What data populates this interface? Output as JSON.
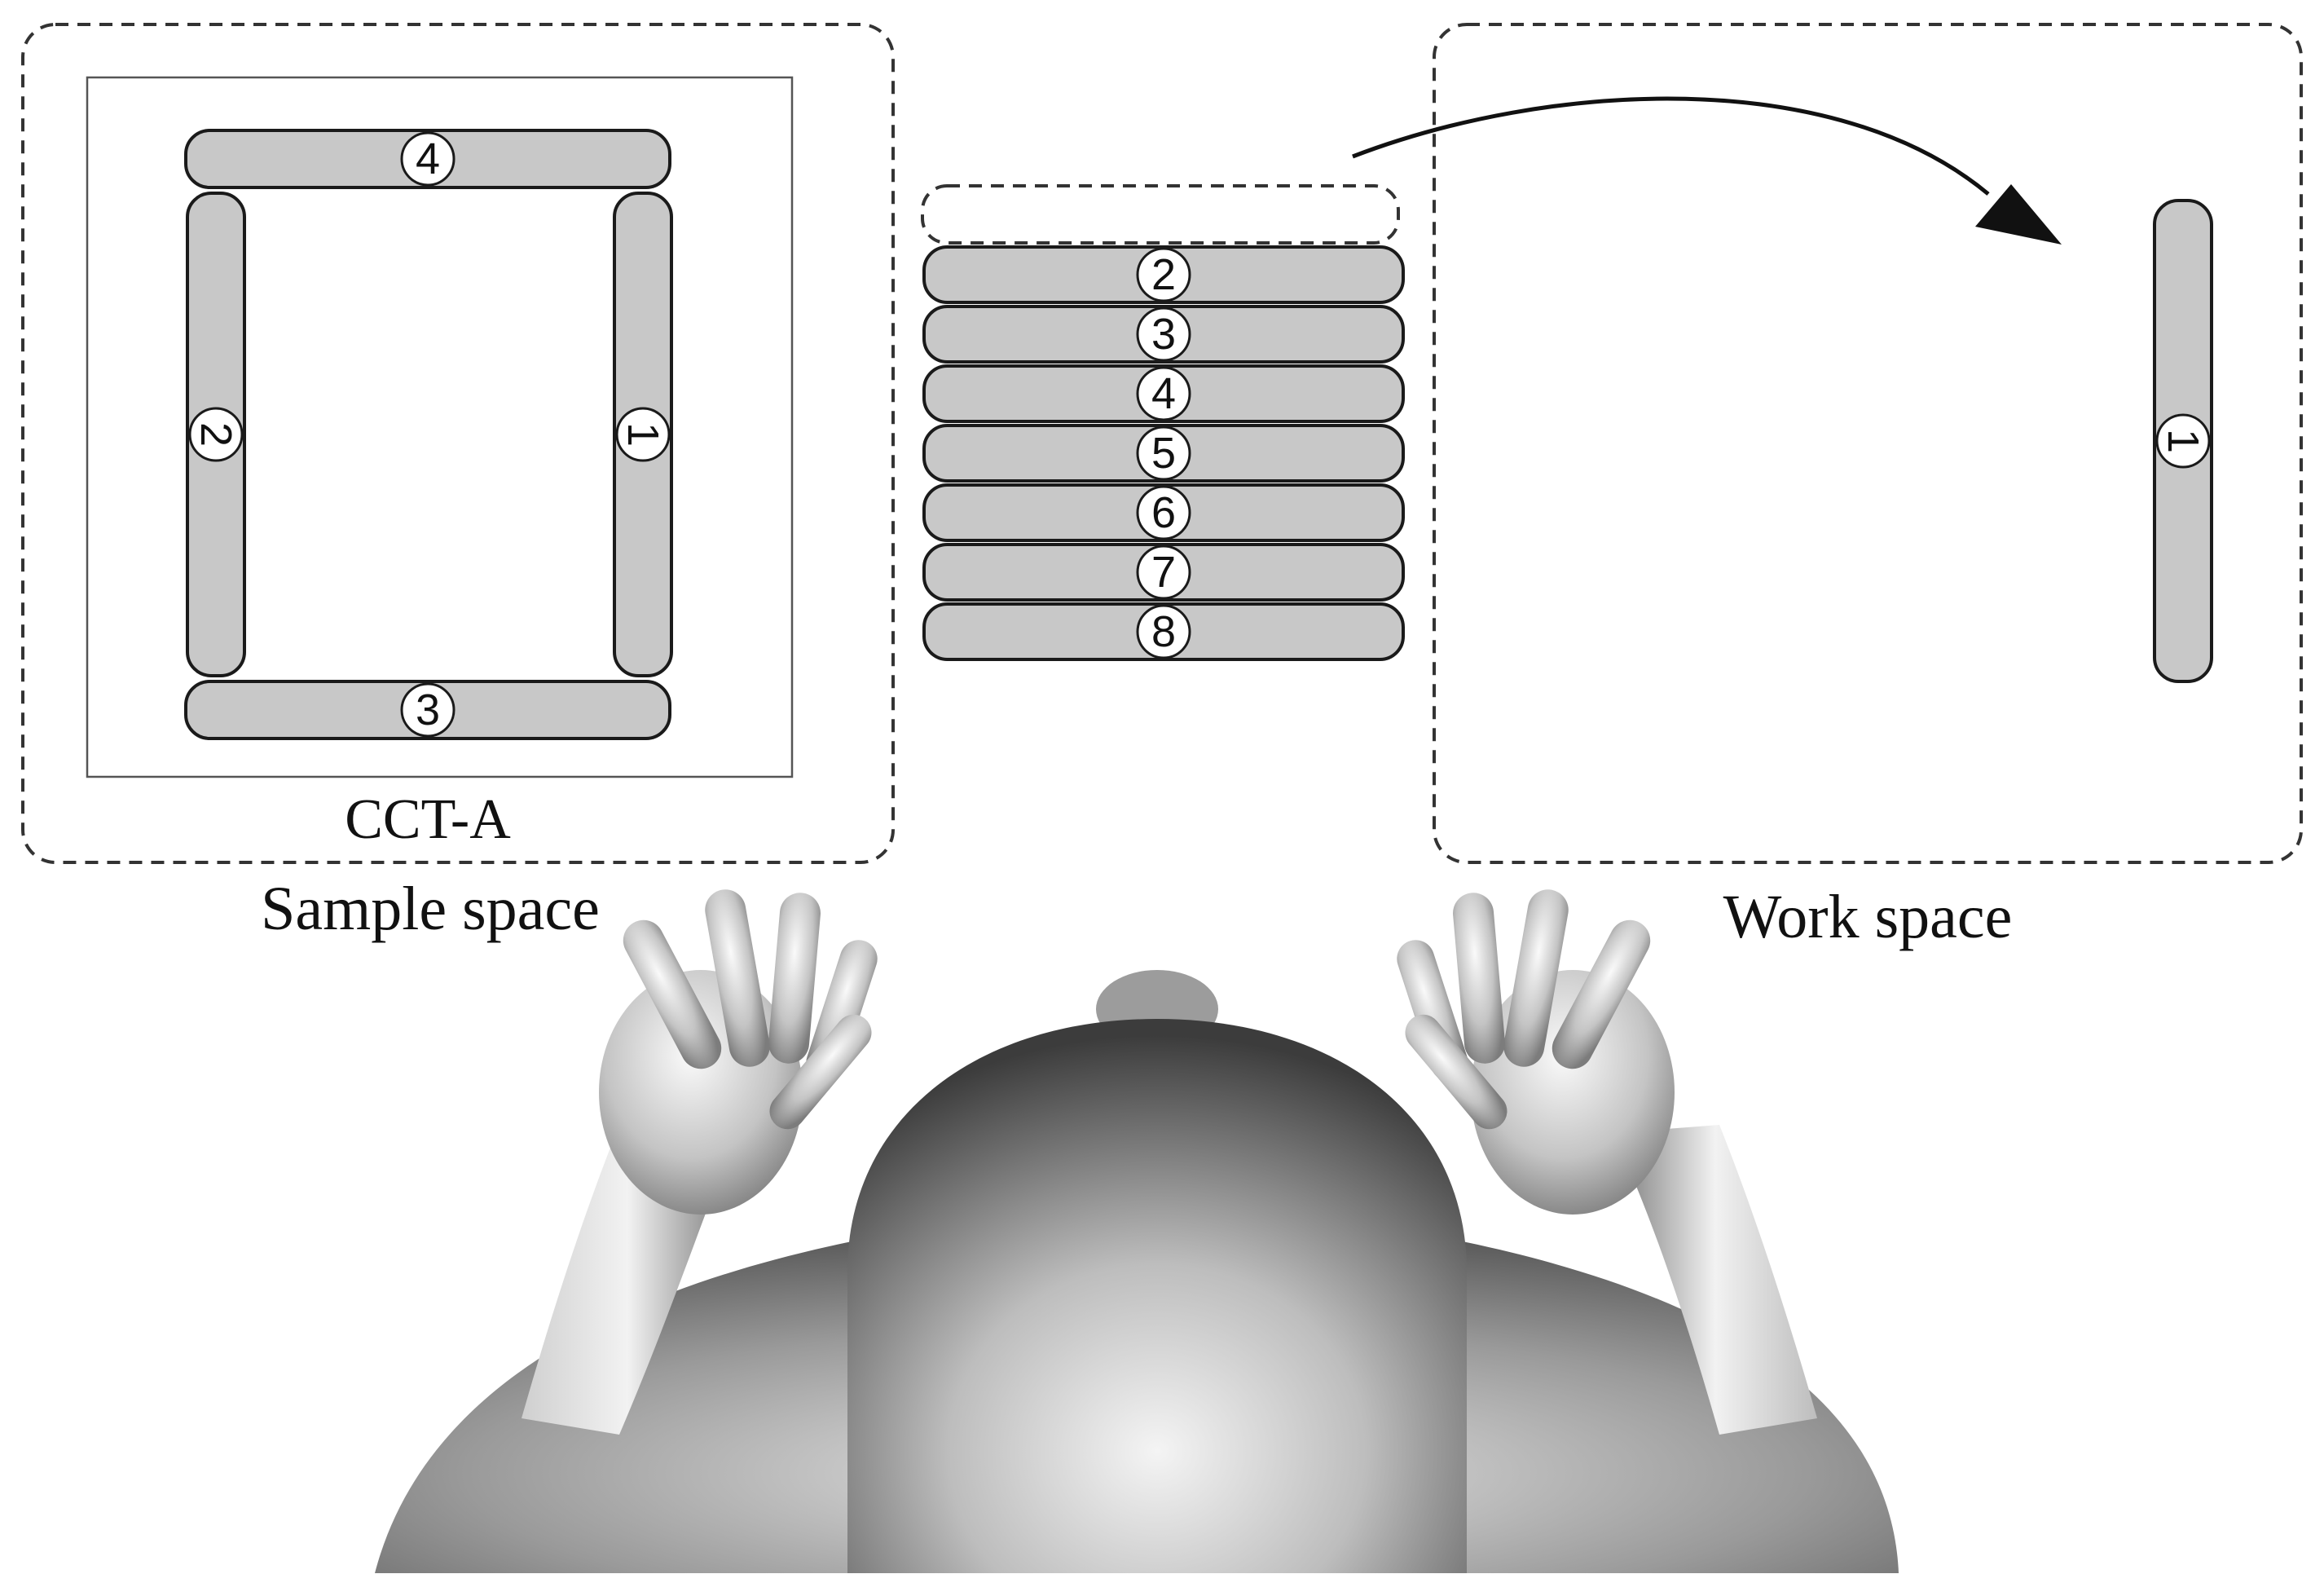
{
  "labels": {
    "pattern_name": "CCT-A",
    "sample_space": "Sample space",
    "work_space": "Work space"
  },
  "sample_pattern": {
    "pieces": [
      {
        "number": "1",
        "orientation": "vertical",
        "side": "right"
      },
      {
        "number": "2",
        "orientation": "vertical",
        "side": "left"
      },
      {
        "number": "3",
        "orientation": "horizontal",
        "side": "bottom"
      },
      {
        "number": "4",
        "orientation": "horizontal",
        "side": "top"
      }
    ]
  },
  "stack": {
    "pieces": [
      "2",
      "3",
      "4",
      "5",
      "6",
      "7",
      "8"
    ]
  },
  "work_pattern": {
    "pieces": [
      {
        "number": "1",
        "orientation": "vertical"
      }
    ]
  },
  "colors": {
    "piece_fill": "#c8c8c8",
    "piece_stroke": "#1a1a1a",
    "badge_fill": "#ffffff",
    "dashed_stroke": "#333333"
  },
  "icons": {
    "arrow": "curved-arrow-icon",
    "figure": "person-top-view"
  }
}
